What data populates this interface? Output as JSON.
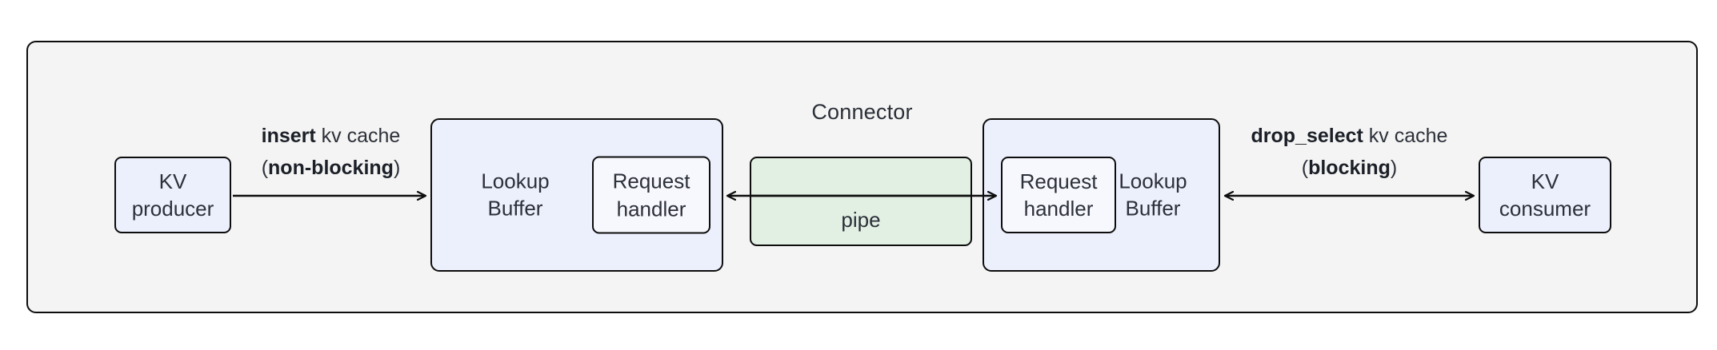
{
  "diagram": {
    "title": "Connector",
    "colors": {
      "container_fill": "#f4f4f4",
      "node_fill": "#eceffc",
      "pipe_fill": "#e2f0e4",
      "stroke": "#0d0d0d",
      "text": "#2c3039"
    },
    "nodes": {
      "kv_producer": {
        "line1": "KV",
        "line2": "producer"
      },
      "kv_consumer": {
        "line1": "KV",
        "line2": "consumer"
      },
      "lookup_buffer_left": {
        "line1": "Lookup",
        "line2": "Buffer"
      },
      "lookup_buffer_right": {
        "line1": "Lookup",
        "line2": "Buffer"
      },
      "request_handler_left": {
        "line1": "Request",
        "line2": "handler"
      },
      "request_handler_right": {
        "line1": "Request",
        "line2": "handler"
      },
      "pipe": {
        "label": "pipe"
      }
    },
    "edges": {
      "insert": {
        "op": "insert",
        "line1_rest": " kv cache",
        "paren_open": "(",
        "mode": "non-blocking",
        "paren_close": ")",
        "direction": "producer-to-buffer"
      },
      "drop_select": {
        "op": "drop_select",
        "line1_rest": " kv cache",
        "paren_open": "(",
        "mode": "blocking",
        "paren_close": ")",
        "direction": "bidirectional"
      },
      "pipe_to_left_buffer": {
        "direction": "right-to-left"
      },
      "pipe_to_right_buffer": {
        "direction": "left-to-right"
      }
    }
  }
}
